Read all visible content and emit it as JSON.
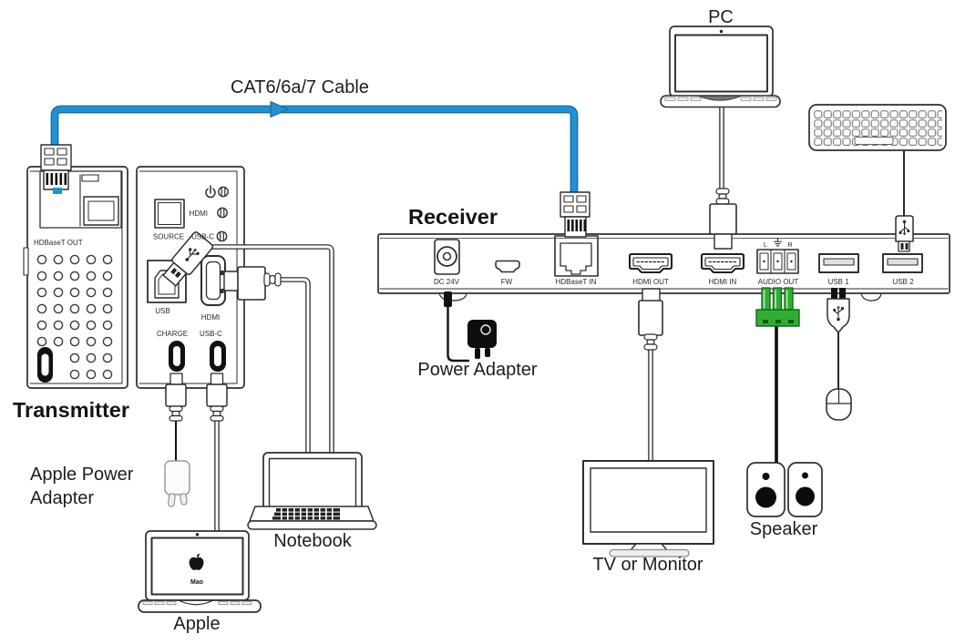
{
  "colors": {
    "cable_blue": "#2191d4",
    "cable_blue_dark": "#1a6ca3",
    "audio_green": "#2fae33",
    "ink": "#2e2e2e"
  },
  "labels": {
    "cat_cable": "CAT6/6a/7 Cable",
    "pc": "PC",
    "receiver": "Receiver",
    "transmitter": "Transmitter",
    "power_adapter": "Power Adapter",
    "apple_power_line1": "Apple Power",
    "apple_power_line2": "Adapter",
    "apple": "Apple",
    "notebook": "Notebook",
    "tv_or_monitor": "TV or Monitor",
    "speaker": "Speaker"
  },
  "transmitter_panel": {
    "hdbaset_out": "HDBaseT OUT",
    "source": "SOURCE",
    "hdmi_indicator": "HDMI",
    "usbc_indicator": "USB-C",
    "usb_port": "USB",
    "hdmi_port": "HDMI",
    "charge_port": "CHARGE",
    "usbc_port": "USB-C"
  },
  "receiver_panel": {
    "ports": [
      "DC 24V",
      "FW",
      "HDBaseT IN",
      "HDMI OUT",
      "HDMI IN",
      "AUDIO OUT",
      "USB 1",
      "USB 2"
    ],
    "audio_left": "L",
    "audio_right": "R"
  },
  "apple_laptop": {
    "screen_text": "Mao"
  }
}
